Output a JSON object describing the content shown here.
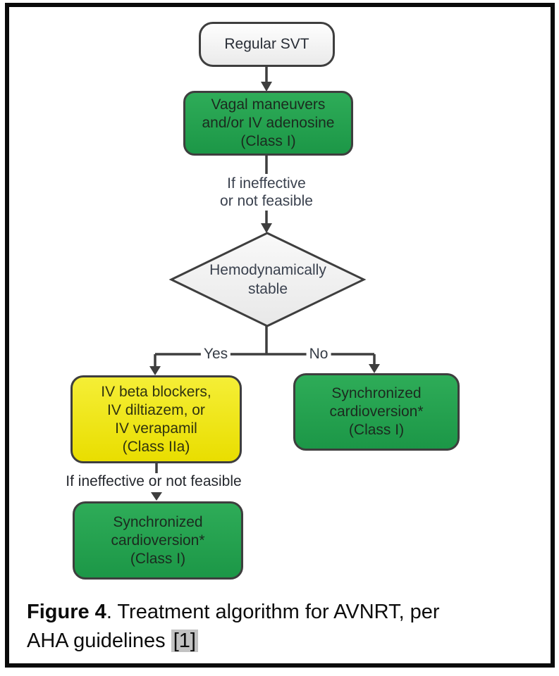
{
  "figure": {
    "kind": "treatment-algorithm-flowchart",
    "flowchart": {
      "nodes": {
        "start": {
          "shape": "rounded-rect",
          "fill": "#f3f3f3",
          "text": "Regular SVT"
        },
        "vagal": {
          "shape": "rounded-rect",
          "fill": "#22a14d",
          "text": "Vagal maneuvers\nand/or IV adenosine\n(Class I)"
        },
        "decision": {
          "shape": "diamond",
          "fill": "#efefef",
          "text": "Hemodynamically\nstable"
        },
        "yes_branch": {
          "shape": "rounded-rect",
          "fill": "#f0e70e",
          "text": "IV beta blockers,\nIV diltiazem, or\nIV verapamil\n(Class IIa)"
        },
        "no_branch": {
          "shape": "rounded-rect",
          "fill": "#22a14d",
          "text": "Synchronized\ncardioversion*\n(Class I)"
        },
        "after_yes": {
          "shape": "rounded-rect",
          "fill": "#22a14d",
          "text": "Synchronized\ncardioversion*\n(Class I)"
        }
      },
      "edge_labels": {
        "first_ineffective": "If ineffective\nor not feasible",
        "yes": "Yes",
        "no": "No",
        "second_ineffective": "If ineffective or not feasible"
      },
      "colors": {
        "green_node": "#22a14d",
        "yellow_node": "#f0e70e",
        "neutral_node": "#f3f3f3",
        "node_border": "#3e3e3e",
        "connector": "#3e3e3e",
        "frame_border": "#0a0a0a",
        "citation_highlight": "#c2c2c2"
      }
    },
    "caption": {
      "label_bold": "Figure 4",
      "line1_rest": ". Treatment algorithm for AVNRT, per",
      "line2_text": "AHA guidelines ",
      "citation": "[1]"
    }
  }
}
